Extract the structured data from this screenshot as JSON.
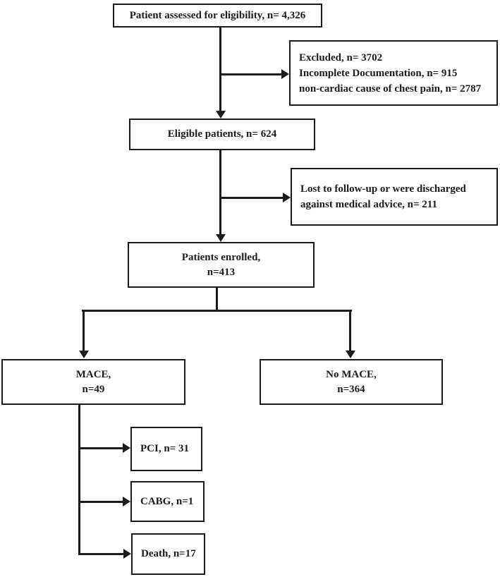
{
  "flowchart": {
    "colors": {
      "box_border": "#1c1c1c",
      "line": "#1c1c1c",
      "text": "#1c1c1c",
      "background": "#ffffff"
    },
    "boxes": {
      "assessed": {
        "label": "Patient assessed for eligibility, n= 4,326"
      },
      "excluded": {
        "lines": [
          "Excluded, n= 3702",
          "Incomplete Documentation, n= 915",
          "non-cardiac cause of chest pain, n= 2787"
        ]
      },
      "eligible": {
        "label": "Eligible patients, n= 624"
      },
      "lost": {
        "lines": [
          "Lost to follow-up or were discharged",
          "against medical advice, n= 211"
        ]
      },
      "enrolled": {
        "lines": [
          "Patients enrolled,",
          "n=413"
        ]
      },
      "mace": {
        "lines": [
          "MACE,",
          "n=49"
        ]
      },
      "no_mace": {
        "lines": [
          "No MACE,",
          "n=364"
        ]
      },
      "pci": {
        "label": "PCI, n= 31"
      },
      "cabg": {
        "label": "CABG, n=1"
      },
      "death": {
        "label": "Death, n=17"
      }
    }
  }
}
